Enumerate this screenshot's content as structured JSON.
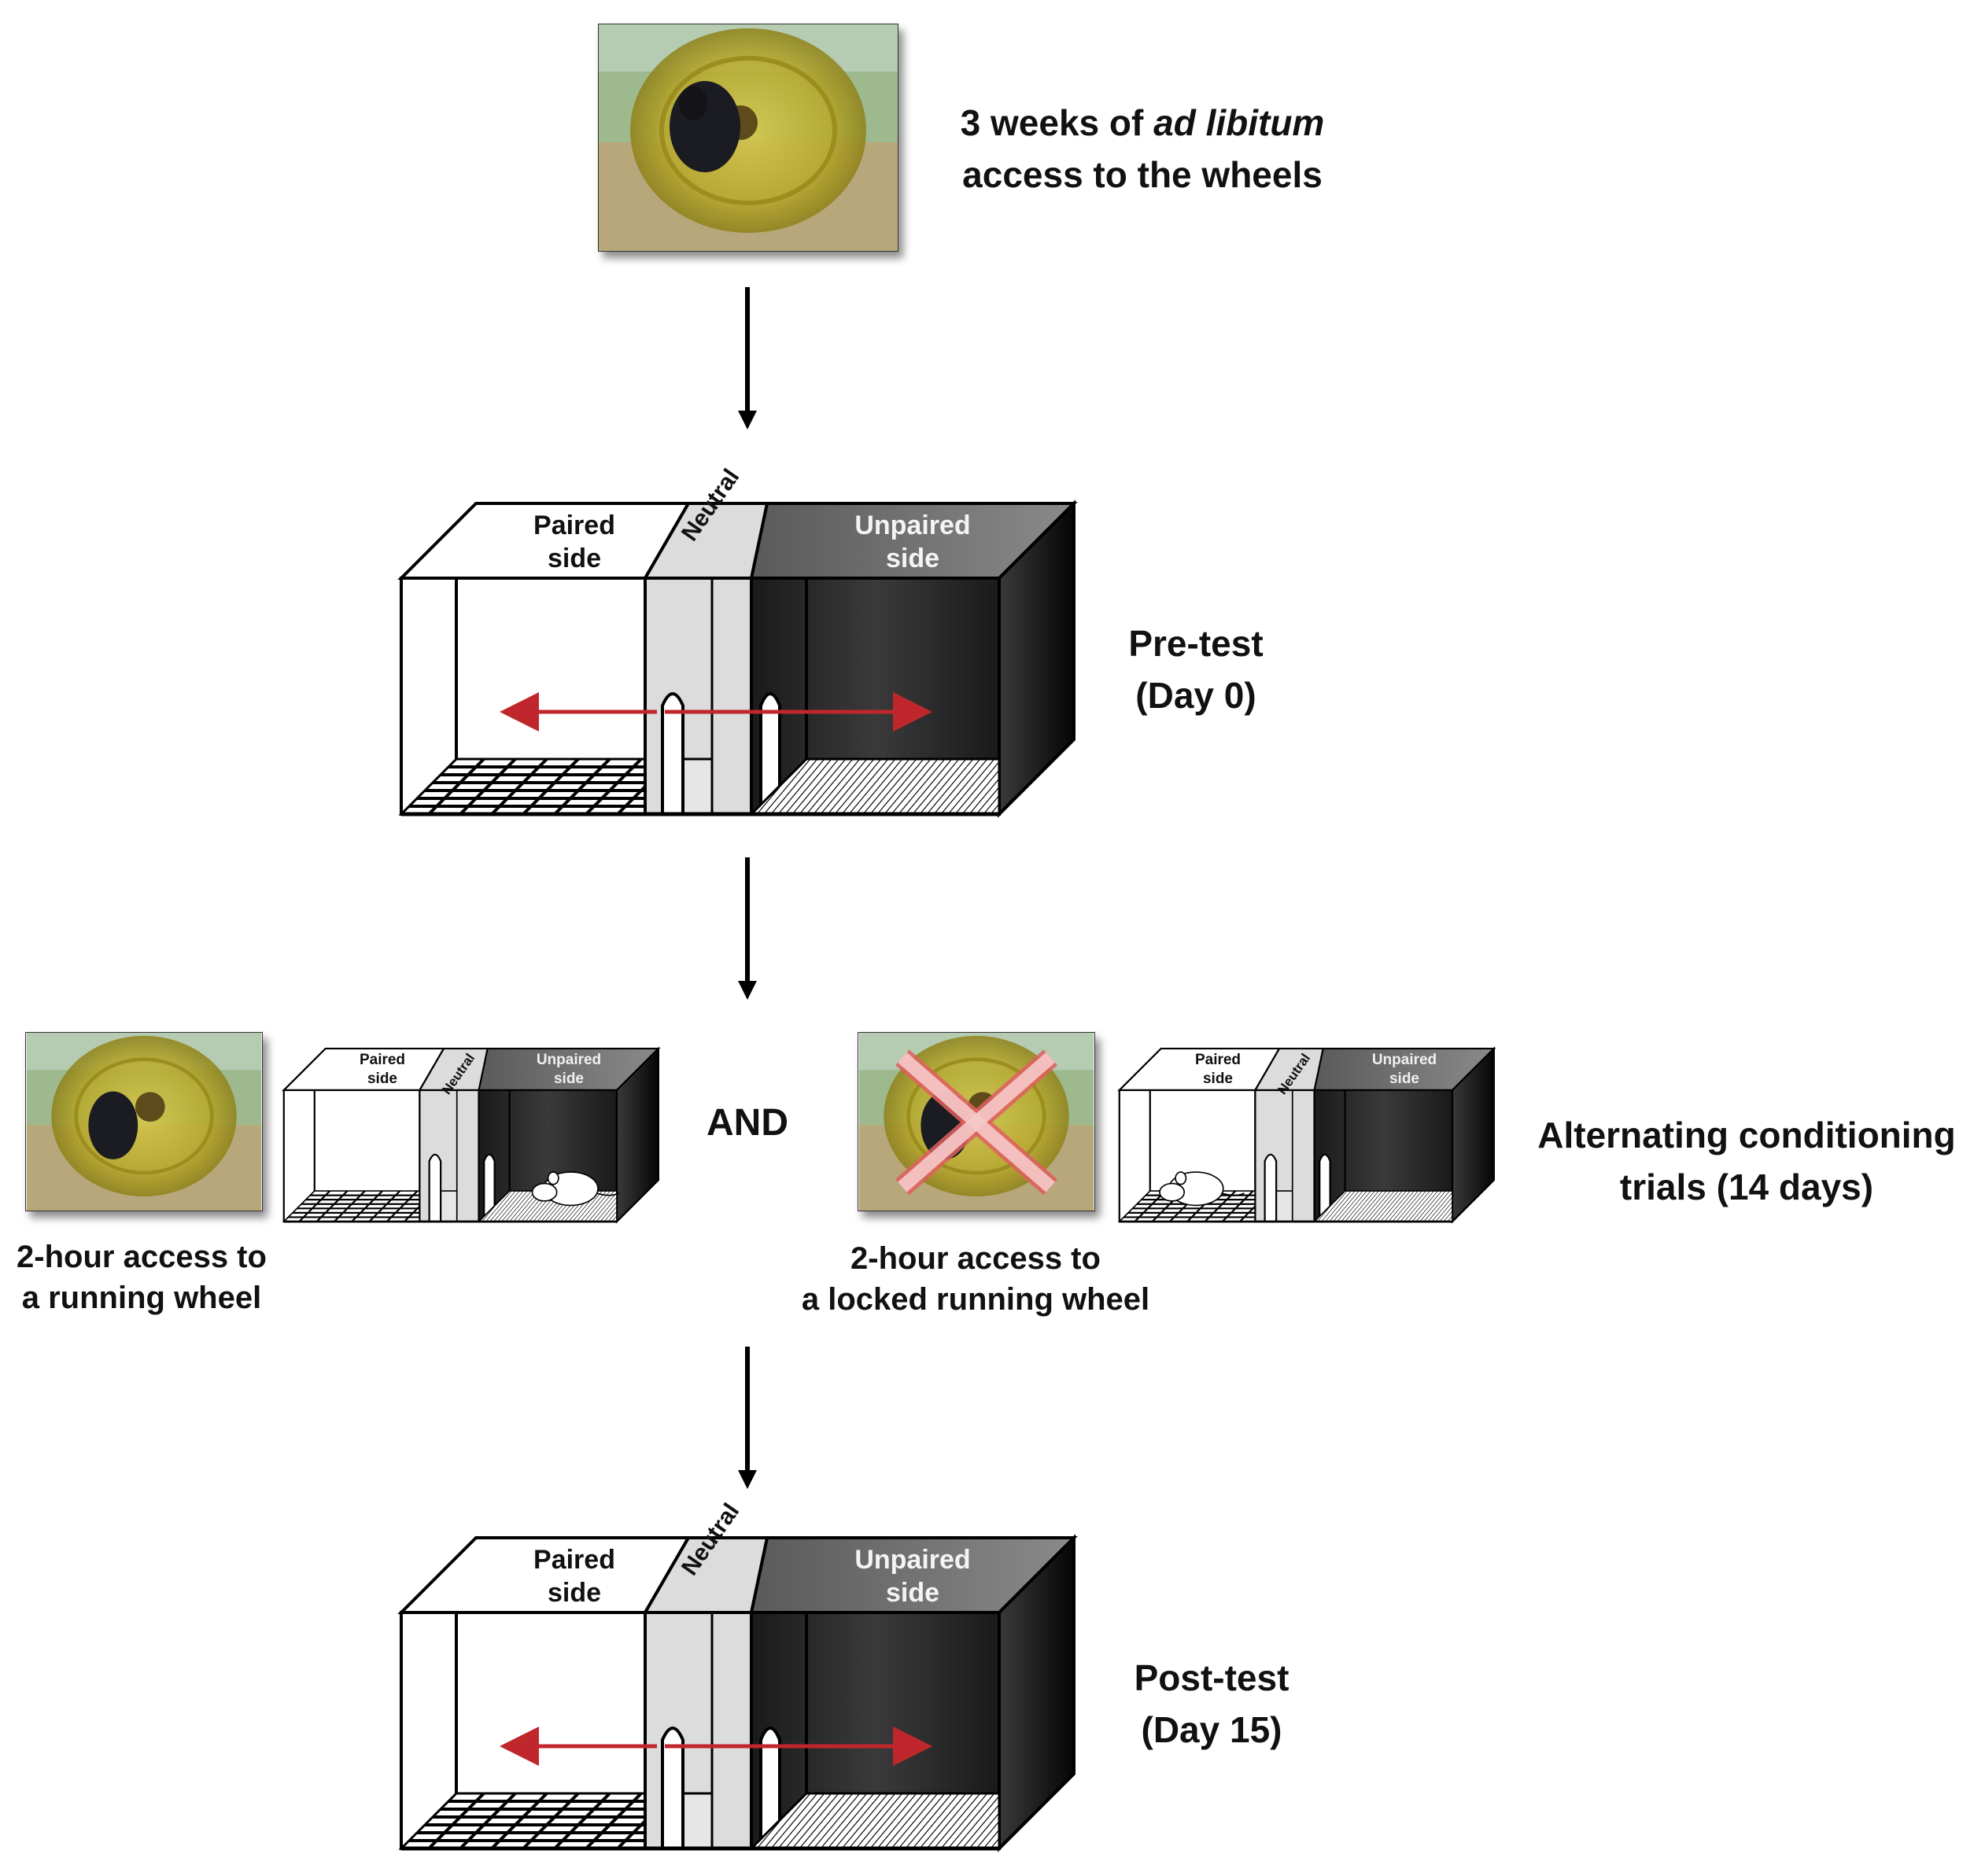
{
  "step1": {
    "line1_prefix": "3 weeks of ",
    "line1_italic": "ad libitum",
    "line2": "access to the wheels"
  },
  "chamber_labels": {
    "paired_line1": "Paired",
    "paired_line2": "side",
    "neutral": "Neutral",
    "unpaired_line1": "Unpaired",
    "unpaired_line2": "side"
  },
  "pretest": {
    "line1": "Pre-test",
    "line2": "(Day 0)"
  },
  "conditioning": {
    "and_label": "AND",
    "running_caption_line1": "2-hour access to",
    "running_caption_line2": "a running wheel",
    "locked_caption_line1": "2-hour access to",
    "locked_caption_line2": "a locked running wheel",
    "title_line1": "Alternating conditioning",
    "title_line2": "trials (14 days)"
  },
  "posttest": {
    "line1": "Post-test",
    "line2": "(Day 15)"
  },
  "colors": {
    "arrow_red": "#c0272d",
    "unpaired_dark": "#2b2b2b",
    "neutral_gray": "#dcdcdc",
    "cross_red": "#e06060"
  }
}
